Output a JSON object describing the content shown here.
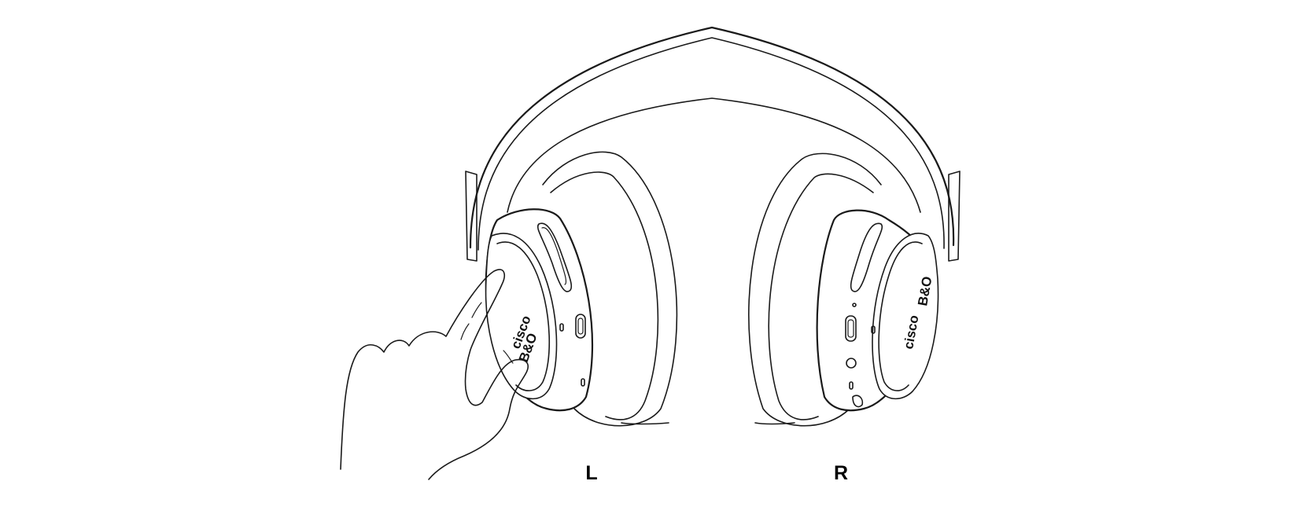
{
  "labels": {
    "left": "L",
    "right": "R"
  },
  "logo": {
    "brand": "cisco",
    "bang_olufsen": "B&O"
  },
  "icons": {
    "headset": "headset-illustration",
    "hand": "pointing-hand-icon",
    "usb_port": "usb-c-port-icon"
  }
}
